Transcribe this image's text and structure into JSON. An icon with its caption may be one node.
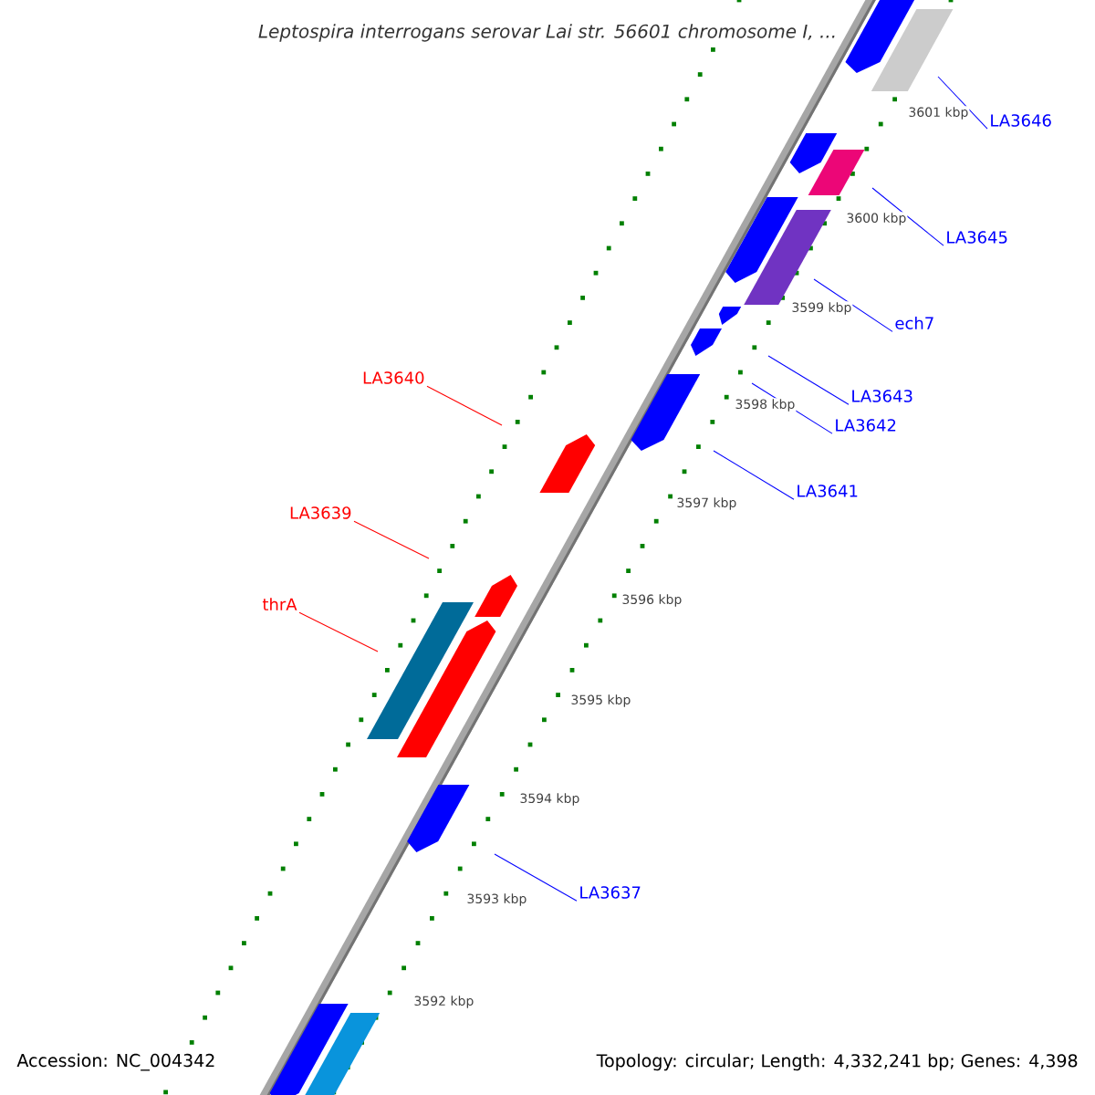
{
  "diagram": {
    "title": "Leptospira interrogans serovar Lai str. 56601 chromosome I, ...",
    "nodes": [
      {
        "text": [
          "LA3646"
        ]
      },
      {
        "text": [
          "LA3645"
        ]
      },
      {
        "text": [
          "ech7"
        ]
      },
      {
        "text": [
          "LA3643"
        ]
      },
      {
        "text": [
          "LA3642"
        ]
      },
      {
        "text": [
          "LA3641"
        ]
      },
      {
        "text": [
          "LA3637"
        ]
      },
      {
        "text": [
          "LA3640"
        ]
      },
      {
        "text": [
          "LA3639"
        ]
      },
      {
        "text": [
          "thrA"
        ]
      }
    ],
    "edges": [
      {
        "from": 0,
        "to": null,
        "arrow": "none"
      },
      {
        "from": 1,
        "to": null,
        "arrow": "none"
      },
      {
        "from": 2,
        "to": null,
        "arrow": "none"
      },
      {
        "from": 3,
        "to": null,
        "arrow": "none"
      },
      {
        "from": 4,
        "to": null,
        "arrow": "none"
      },
      {
        "from": 5,
        "to": null,
        "arrow": "none"
      },
      {
        "from": 6,
        "to": null,
        "arrow": "none"
      },
      {
        "from": 7,
        "to": null,
        "arrow": "none",
        "color": "#ff0000"
      },
      {
        "from": 8,
        "to": null,
        "arrow": "none",
        "color": "#ff0000"
      },
      {
        "from": 9,
        "to": null,
        "arrow": "none",
        "color": "#ff0000"
      }
    ],
    "labels": [
      "3601 kbp",
      "3600 kbp",
      "3599 kbp",
      "3598 kbp",
      "3597 kbp",
      "3596 kbp",
      "3595 kbp",
      "3594 kbp",
      "3593 kbp",
      "3592 kbp",
      "Accession: NC_004342",
      "Topology: circular; Length: 4,332,241 bp; Genes: 4,398"
    ]
  }
}
